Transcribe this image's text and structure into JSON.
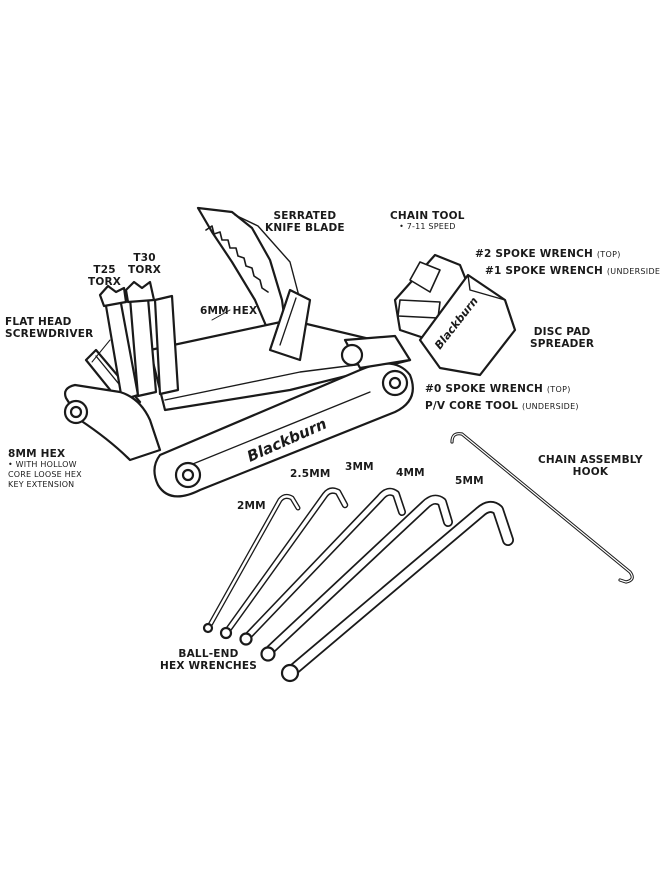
{
  "brand": "Blackburn",
  "labels": {
    "serrated_knife_1": "SERRATED",
    "serrated_knife_2": "KNIFE BLADE",
    "chain_tool_1": "CHAIN TOOL",
    "chain_tool_2": "• 7-11 SPEED",
    "spoke2": "#2 SPOKE WRENCH",
    "spoke2_note": "(TOP)",
    "spoke1": "#1 SPOKE WRENCH",
    "spoke1_note": "(UNDERSIDE)",
    "t25_1": "T25",
    "t25_2": "TORX",
    "t30_1": "T30",
    "t30_2": "TORX",
    "hex6": "6MM HEX",
    "flat_1": "FLAT HEAD",
    "flat_2": "SCREWDRIVER",
    "disc_1": "DISC PAD",
    "disc_2": "SPREADER",
    "spoke0": "#0 SPOKE WRENCH",
    "spoke0_note": "(TOP)",
    "pv": "P/V CORE TOOL",
    "pv_note": "(UNDERSIDE)",
    "hex8": "8MM HEX",
    "hex8_n1": "• WITH HOLLOW",
    "hex8_n2": "CORE LOOSE HEX",
    "hex8_n3": "KEY EXTENSION",
    "chain_hook_1": "CHAIN ASSEMBLY",
    "chain_hook_2": "HOOK",
    "w2": "2MM",
    "w25": "2.5MM",
    "w3": "3MM",
    "w4": "4MM",
    "w5": "5MM",
    "ball_1": "BALL-END",
    "ball_2": "HEX WRENCHES"
  }
}
